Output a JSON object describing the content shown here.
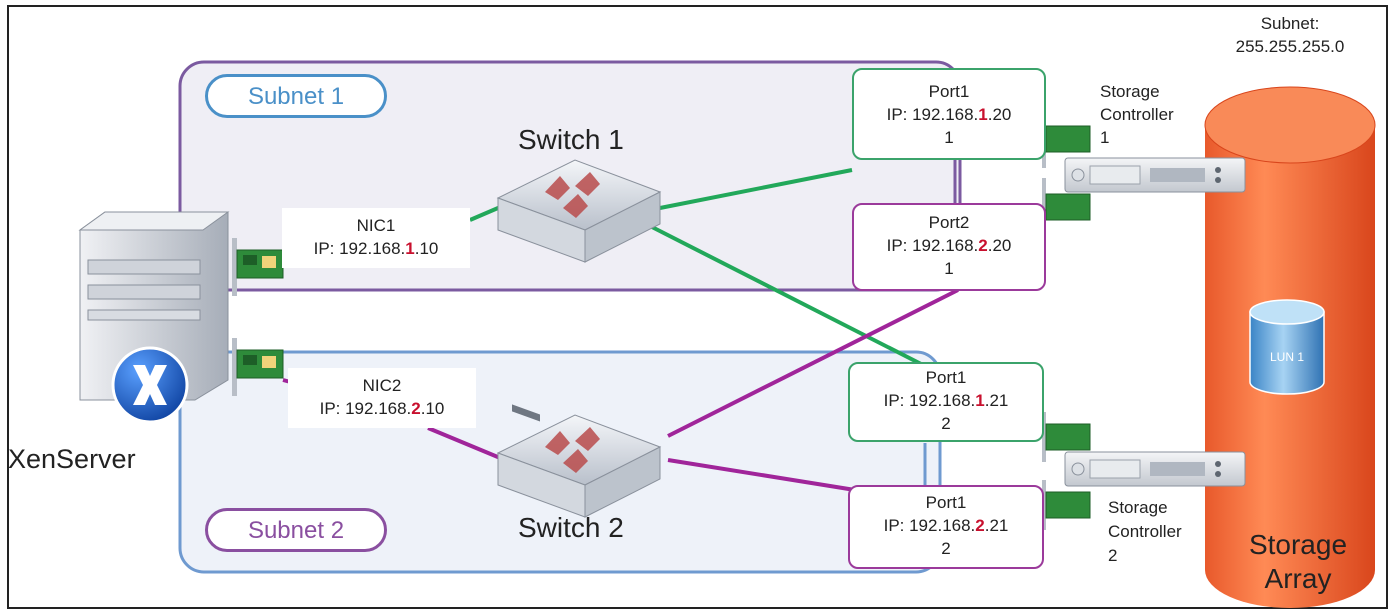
{
  "subnet_mask": {
    "label": "Subnet:",
    "value": "255.255.255.0"
  },
  "subnets": [
    {
      "label": "Subnet 1",
      "color": "#4a90c8"
    },
    {
      "label": "Subnet 2",
      "color": "#8a4fa0"
    }
  ],
  "switches": [
    {
      "label": "Switch 1"
    },
    {
      "label": "Switch 2"
    }
  ],
  "server": {
    "label": "XenServer"
  },
  "nics": [
    {
      "name": "NIC1",
      "ip_prefix": "IP: 192.168.",
      "ip_octet": "1",
      "ip_suffix": ".10"
    },
    {
      "name": "NIC2",
      "ip_prefix": "IP: 192.168.",
      "ip_octet": "2",
      "ip_suffix": ".10"
    }
  ],
  "ports": [
    {
      "name": "Port1",
      "ip_prefix": "IP: 192.168.",
      "ip_octet": "1",
      "ip_suffix": ".20",
      "line3": "1"
    },
    {
      "name": "Port2",
      "ip_prefix": "IP: 192.168.",
      "ip_octet": "2",
      "ip_suffix": ".20",
      "line3": "1"
    },
    {
      "name": "Port1",
      "ip_prefix": "IP: 192.168.",
      "ip_octet": "1",
      "ip_suffix": ".21",
      "line3": "2"
    },
    {
      "name": "Port1",
      "ip_prefix": "IP: 192.168.",
      "ip_octet": "2",
      "ip_suffix": ".21",
      "line3": "2"
    }
  ],
  "controllers": [
    {
      "line1": "Storage",
      "line2": "Controller",
      "line3": "1"
    },
    {
      "line1": "Storage",
      "line2": "Controller",
      "line3": "2"
    }
  ],
  "storage_array": {
    "line1": "Storage",
    "line2": "Array",
    "lun": "LUN 1"
  },
  "colors": {
    "subnet1_link": "#22a85a",
    "subnet2_link": "#a0259a",
    "port_subnet1_border": "#3ba36b",
    "port_subnet2_border": "#9b3a9b",
    "ip_highlight": "#c8102e",
    "array": "#e8592b"
  }
}
